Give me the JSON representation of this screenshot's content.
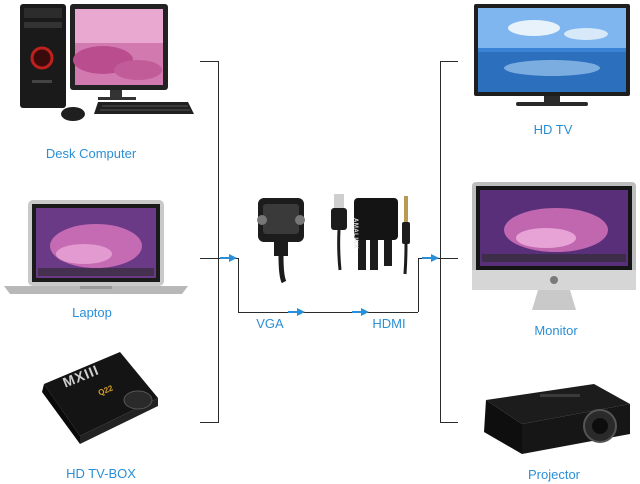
{
  "sources": [
    {
      "key": "desk",
      "label": "Desk Computer"
    },
    {
      "key": "laptop",
      "label": "Laptop"
    },
    {
      "key": "tvbox",
      "label": "HD TV-BOX",
      "brand": "MXIII",
      "brand_sub": "Q22"
    }
  ],
  "targets": [
    {
      "key": "hdtv",
      "label": "HD TV"
    },
    {
      "key": "monitor",
      "label": "Monitor"
    },
    {
      "key": "projector",
      "label": "Projector"
    }
  ],
  "connectors": {
    "vga_label": "VGA",
    "hdmi_label": "HDMI",
    "adapter_brand": "AMALINK"
  },
  "colors": {
    "accent": "#2a8fd6",
    "line": "#2b2b2b"
  }
}
